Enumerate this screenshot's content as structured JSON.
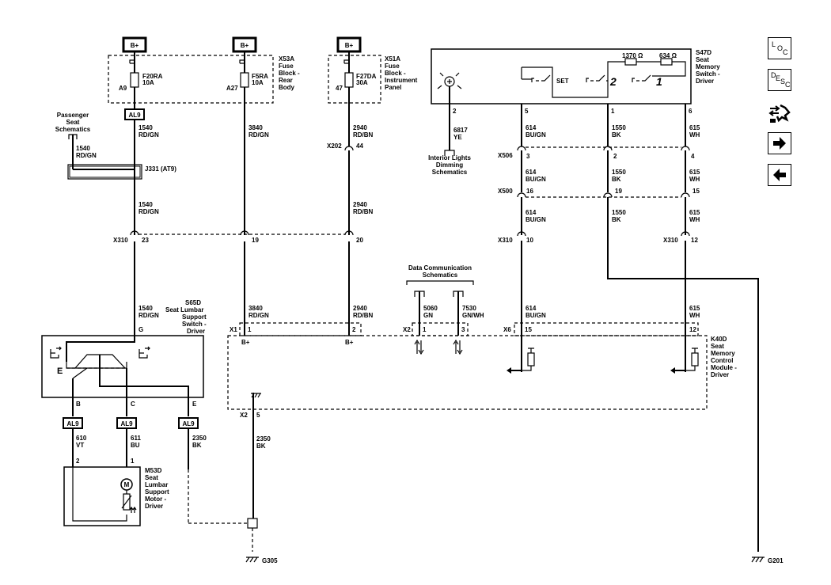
{
  "supply": {
    "b1": "B+",
    "b2": "B+",
    "b3": "B+",
    "x53a": [
      "X53A",
      "Fuse",
      "Block -",
      "Rear",
      "Body"
    ],
    "x51a": [
      "X51A",
      "Fuse",
      "Block -",
      "Instrument",
      "Panel"
    ],
    "fuse1": [
      "F20RA",
      "10A"
    ],
    "fuse1_pin": "A9",
    "fuse2": [
      "F5RA",
      "10A"
    ],
    "fuse2_pin": "A27",
    "fuse3": [
      "F27DA",
      "30A"
    ],
    "fuse3_pin": "47",
    "al9_top": "AL9"
  },
  "s47d": {
    "name": [
      "S47D",
      "Seat",
      "Memory",
      "Switch -",
      "Driver"
    ],
    "r1": "1370 Ω",
    "r2": "634 Ω",
    "set": "SET",
    "m2": "2",
    "m1": "1",
    "pins": [
      "2",
      "5",
      "1",
      "6"
    ]
  },
  "wires": {
    "c1540": [
      "1540",
      "RD/GN"
    ],
    "c3840": [
      "3840",
      "RD/GN"
    ],
    "c2940": [
      "2940",
      "RD/BN"
    ],
    "c6817": [
      "6817",
      "YE"
    ],
    "c614": [
      "614",
      "BU/GN"
    ],
    "c1550": [
      "1550",
      "BK"
    ],
    "c615": [
      "615",
      "WH"
    ],
    "c5060": [
      "5060",
      "GN"
    ],
    "c7530": [
      "7530",
      "GN/WH"
    ],
    "c610": [
      "610",
      "VT"
    ],
    "c611": [
      "611",
      "BU"
    ],
    "c2350": [
      "2350",
      "BK"
    ]
  },
  "connectors": {
    "x202": "X202",
    "x202_pin": "44",
    "x506": "X506",
    "x506_pins": [
      "3",
      "2",
      "4"
    ],
    "x500": "X500",
    "x500_pins": [
      "16",
      "19",
      "15"
    ],
    "x310": "X310",
    "x310_pins_left": [
      "23",
      "19",
      "20"
    ],
    "x310_pins_right": [
      "10",
      "12"
    ],
    "x1": "X1",
    "x1_pins": [
      "1",
      "2"
    ],
    "x2": "X2",
    "x2_pins": [
      "1",
      "3"
    ],
    "x6": "X6",
    "x6_pins": [
      "15",
      "12"
    ],
    "x2g": "X2",
    "x2g_pin": "5",
    "bplus": [
      "B+",
      "B+"
    ],
    "al9": [
      "AL9",
      "AL9",
      "AL9"
    ],
    "s65_pins": [
      "G",
      "B",
      "C",
      "E"
    ],
    "m53_pins": [
      "2",
      "1"
    ]
  },
  "refs": {
    "passenger": [
      "Passenger",
      "Seat",
      "Schematics"
    ],
    "j331": "J331 (AT9)",
    "interior": [
      "Interior Lights",
      "Dimming",
      "Schematics"
    ],
    "datacomm": [
      "Data Communication",
      "Schematics"
    ]
  },
  "components": {
    "s65d": [
      "S65D",
      "Seat Lumbar",
      "Support",
      "Switch -",
      "Driver"
    ],
    "m53d": [
      "M53D",
      "Seat",
      "Lumbar",
      "Support",
      "Motor -",
      "Driver"
    ],
    "k40d": [
      "K40D",
      "Seat",
      "Memory",
      "Control",
      "Module -",
      "Driver"
    ],
    "switch_e": "E",
    "motor_m": "M"
  },
  "grounds": {
    "g305": "G305",
    "g201": "G201"
  },
  "nav": {
    "loc": [
      "L",
      "O",
      "C"
    ],
    "desc": [
      "D",
      "E",
      "S",
      "C"
    ],
    "icons": [
      "harness-icon",
      "arrow-right-icon",
      "arrow-left-icon"
    ]
  }
}
